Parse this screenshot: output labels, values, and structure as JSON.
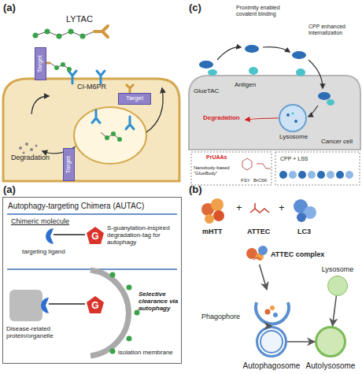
{
  "diagram": {
    "nodes": [
      {
        "text": [
          "Target"
        ]
      },
      {
        "text": [
          "Target"
        ]
      },
      {
        "text": [
          "Target"
        ]
      },
      {
        "text": [
          "Autophagy-targeting Chimera (AUTAC)"
        ]
      },
      {
        "text": [
          "G"
        ],
        "in": 3
      },
      {
        "text": [
          "G"
        ],
        "in": 3
      },
      {
        "text": [
          "ATTEC complex"
        ]
      },
      {
        "text": [
          "Phagophore"
        ]
      },
      {
        "text": [
          "Lysosome"
        ]
      },
      {
        "text": [
          "Autophagosome"
        ]
      },
      {
        "text": [
          "Autolysosome"
        ]
      }
    ],
    "edges": [
      {
        "from": 6,
        "to": 7,
        "arrow": "to"
      },
      {
        "from": 7,
        "to": 9,
        "arrow": "to"
      },
      {
        "from": 9,
        "to": 10,
        "arrow": "to"
      },
      {
        "from": 8,
        "to": 10,
        "arrow": "to"
      }
    ],
    "labels": [
      "(a)",
      "LYTAC",
      "CI-M6PR",
      "Degradation",
      "(c)",
      "Proximity enabled covalent binding",
      "CPP enhanced internalization",
      "GlueTAC",
      "Antigen",
      "Degradation",
      "Lysosome",
      "Cancer cell",
      "PrUAAs",
      "Nanobody-based “GlueBody”",
      "FSY",
      "BrC6K",
      "CPP + LSS",
      "(a)",
      "Chimeric molecule",
      "targeting ligand",
      "S-guanylation-inspired degradation-tag for autophagy",
      "Disease-related protein/organelle",
      "Selective clearance via autophagy",
      "isolation membrane",
      "(b)",
      "mHTT",
      "+",
      "ATTEC",
      "+",
      "LC3"
    ]
  }
}
